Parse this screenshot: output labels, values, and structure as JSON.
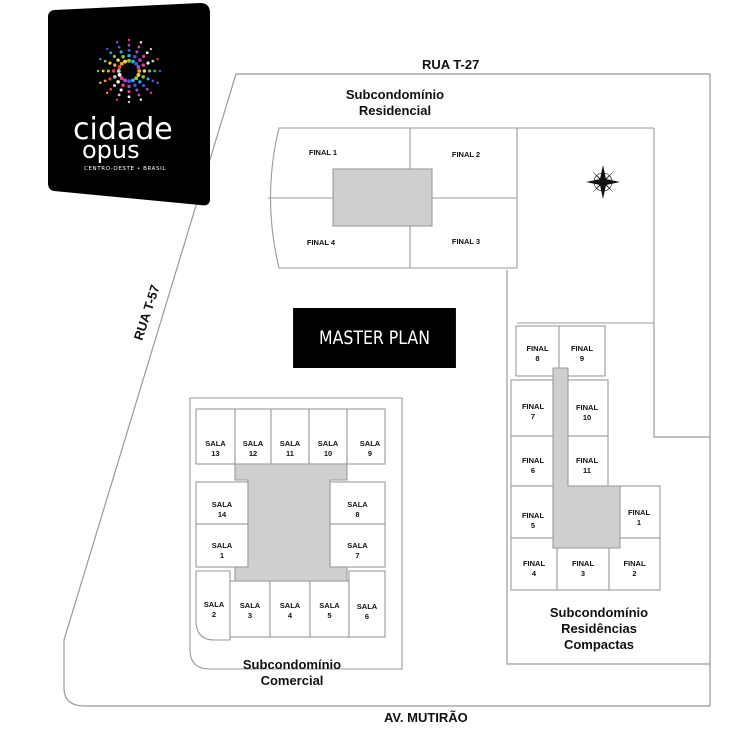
{
  "logo": {
    "name_line1": "cidade",
    "name_line2": "opus",
    "tagline": "CENTRO-OESTE • BRASIL"
  },
  "streets": {
    "north": "RUA T-27",
    "west": "RUA T-57",
    "south": "AV. MUTIRÃO"
  },
  "title": "MASTER PLAN",
  "sections": {
    "residencial": {
      "line1": "Subcondomínio",
      "line2": "Residencial"
    },
    "comercial": {
      "line1": "Subcondomínio",
      "line2": "Comercial"
    },
    "compactas": {
      "line1": "Subcondomínio",
      "line2": "Residências",
      "line3": "Compactas"
    }
  },
  "residencial_units": [
    "FINAL 1",
    "FINAL 2",
    "FINAL 3",
    "FINAL 4"
  ],
  "comercial_units": [
    {
      "l1": "SALA",
      "l2": "13"
    },
    {
      "l1": "SALA",
      "l2": "12"
    },
    {
      "l1": "SALA",
      "l2": "11"
    },
    {
      "l1": "SALA",
      "l2": "10"
    },
    {
      "l1": "SALA",
      "l2": "9"
    },
    {
      "l1": "SALA",
      "l2": "14"
    },
    {
      "l1": "SALA",
      "l2": "8"
    },
    {
      "l1": "SALA",
      "l2": "1"
    },
    {
      "l1": "SALA",
      "l2": "7"
    },
    {
      "l1": "SALA",
      "l2": "2"
    },
    {
      "l1": "SALA",
      "l2": "3"
    },
    {
      "l1": "SALA",
      "l2": "4"
    },
    {
      "l1": "SALA",
      "l2": "5"
    },
    {
      "l1": "SALA",
      "l2": "6"
    }
  ],
  "compactas_units": [
    {
      "l1": "FINAL",
      "l2": "8"
    },
    {
      "l1": "FINAL",
      "l2": "9"
    },
    {
      "l1": "FINAL",
      "l2": "7"
    },
    {
      "l1": "FINAL",
      "l2": "10"
    },
    {
      "l1": "FINAL",
      "l2": "6"
    },
    {
      "l1": "FINAL",
      "l2": "11"
    },
    {
      "l1": "FINAL",
      "l2": "5"
    },
    {
      "l1": "FINAL",
      "l2": "1"
    },
    {
      "l1": "FINAL",
      "l2": "4"
    },
    {
      "l1": "FINAL",
      "l2": "3"
    },
    {
      "l1": "FINAL",
      "l2": "2"
    }
  ],
  "colors": {
    "logo_bg": "#000000",
    "court": "#cfcfcf",
    "lines": "#9a9a9a",
    "title_bg": "#000000"
  }
}
